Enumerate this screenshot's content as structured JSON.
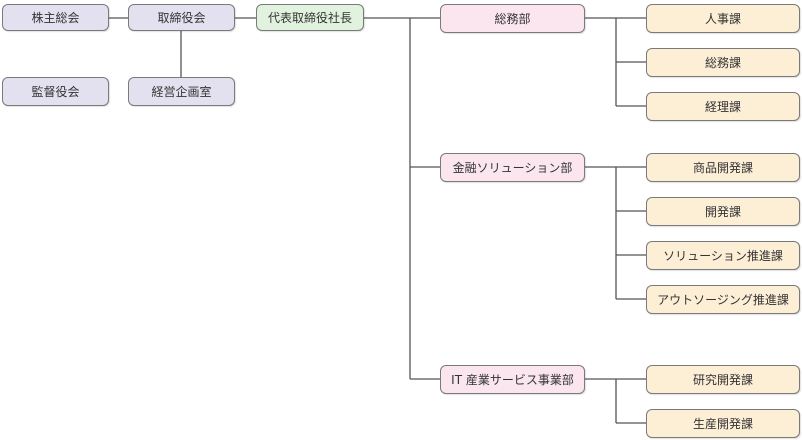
{
  "colors": {
    "board": "#e3e1ef",
    "president": "#e1f3de",
    "department": "#fbe6f0",
    "section": "#fdeed6",
    "connector": "#555555"
  },
  "governance": {
    "shareholders_meeting": "株主総会",
    "board_of_directors": "取締役会",
    "audit_board": "監督役会",
    "corporate_planning_office": "経営企画室",
    "president": "代表取締役社長"
  },
  "departments": [
    {
      "name": "総務部",
      "sections": [
        "人事課",
        "総務課",
        "経理課"
      ]
    },
    {
      "name": "金融ソリューション部",
      "sections": [
        "商品開発課",
        "開発課",
        "ソリューション推進課",
        "アウトソージング推進課"
      ]
    },
    {
      "name": "IT 産業サービス事業部",
      "sections": [
        "研究開発課",
        "生産開発課"
      ]
    }
  ]
}
